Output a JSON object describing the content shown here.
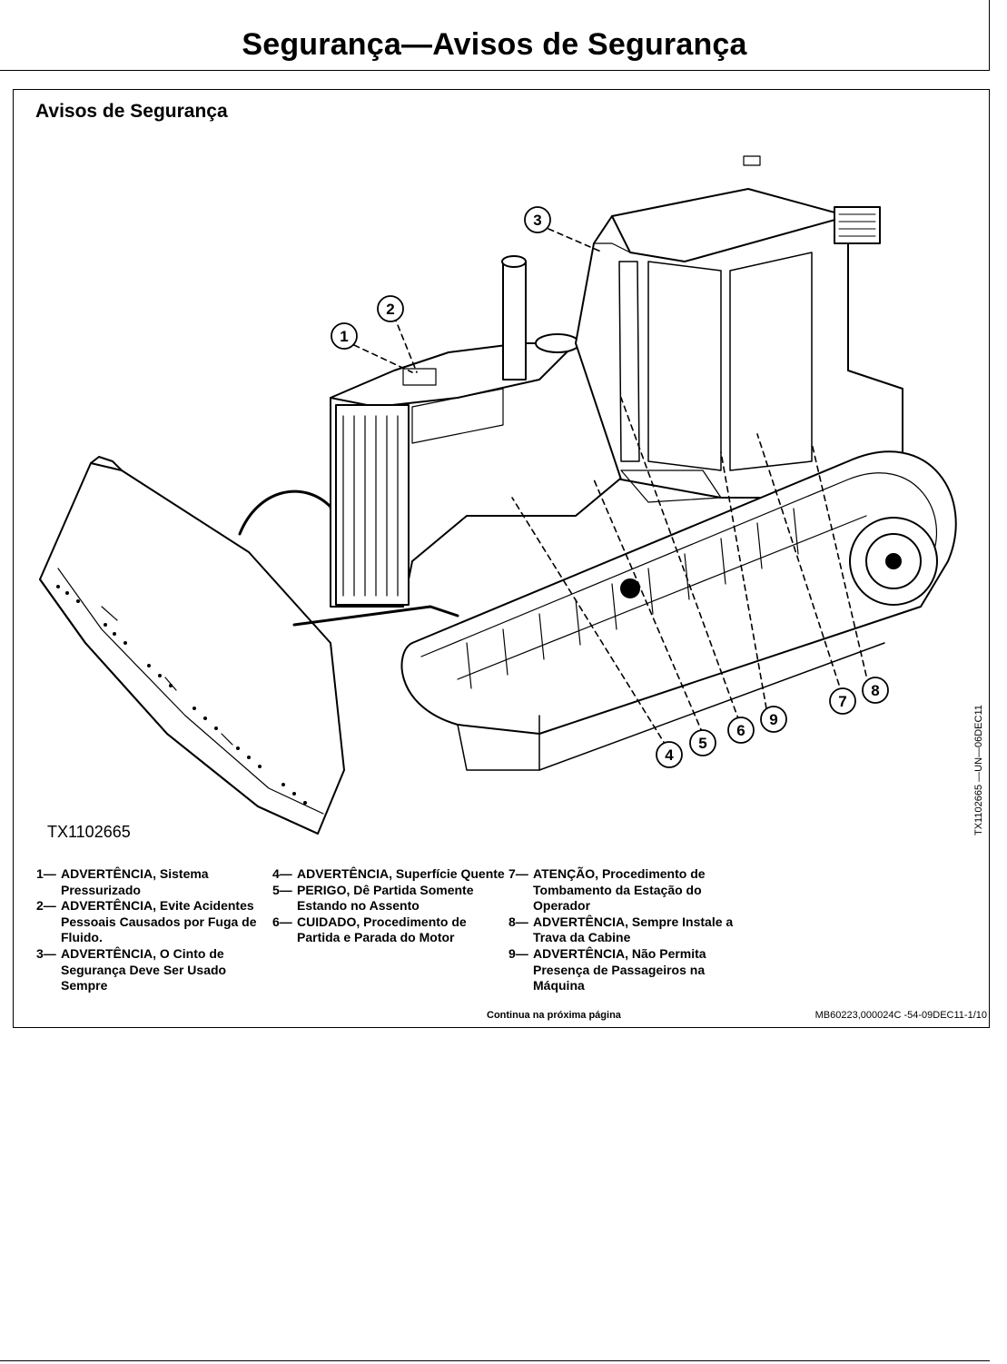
{
  "header": {
    "title": "Segurança—Avisos de Segurança"
  },
  "section": {
    "title": "Avisos de Segurança"
  },
  "figure": {
    "label": "TX1102665",
    "code": "TX1102665 —UN—06DEC11",
    "callouts": [
      "1",
      "2",
      "3",
      "4",
      "5",
      "6",
      "7",
      "8",
      "9"
    ]
  },
  "legend": [
    {
      "num": "1—",
      "text": "ADVERTÊNCIA, Sistema Pressurizado"
    },
    {
      "num": "2—",
      "text": "ADVERTÊNCIA, Evite Acidentes Pessoais Causados por Fuga de Fluido."
    },
    {
      "num": "3—",
      "text": "ADVERTÊNCIA, O Cinto de Segurança Deve Ser Usado Sempre"
    },
    {
      "num": "4—",
      "text": "ADVERTÊNCIA, Superfície Quente"
    },
    {
      "num": "5—",
      "text": "PERIGO, Dê Partida Somente Estando no Assento"
    },
    {
      "num": "6—",
      "text": "CUIDADO, Procedimento de Partida e Parada do Motor"
    },
    {
      "num": "7—",
      "text": "ATENÇÃO, Procedimento de Tombamento da Estação do Operador"
    },
    {
      "num": "8—",
      "text": "ADVERTÊNCIA, Sempre Instale a Trava da Cabine"
    },
    {
      "num": "9—",
      "text": "ADVERTÊNCIA, Não Permita Presença de Passageiros na Máquina"
    }
  ],
  "footer": {
    "continue": "Continua na próxima página",
    "reference": "MB60223,000024C -54-09DEC11-1/10"
  }
}
